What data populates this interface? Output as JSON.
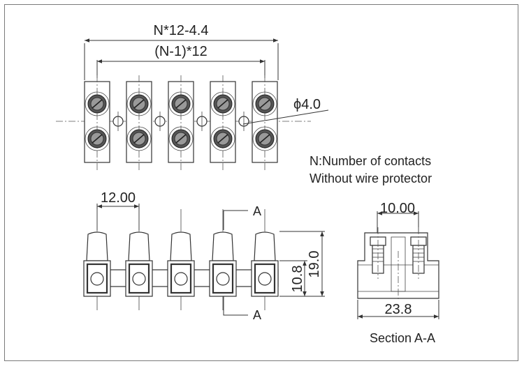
{
  "top_view": {
    "overall_dimension": "N*12-4.4",
    "pitch_dimension": "(N-1)*12",
    "hole_dimension": "ϕ4.0"
  },
  "notes": {
    "line1": "N:Number of contacts",
    "line2": "Without wire protector"
  },
  "front_view": {
    "pitch": "12.00",
    "section_marker_top": "A",
    "section_marker_bottom": "A",
    "body_height": "10.8",
    "total_height": "19.0"
  },
  "section_view": {
    "width_top": "10.00",
    "width_bottom": "23.8",
    "caption": "Section A-A"
  }
}
